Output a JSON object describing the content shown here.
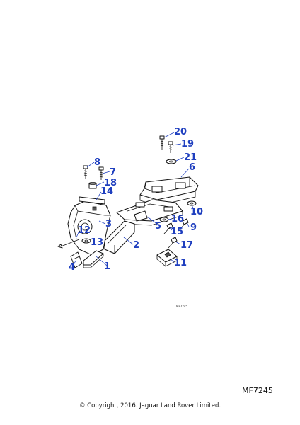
{
  "diagram": {
    "reference_small": "MF7245",
    "reference_large": "MF7245",
    "copyright": "© Copyright, 2016. Jaguar Land Rover Limited."
  },
  "callouts": [
    "1",
    "2",
    "3",
    "4",
    "5",
    "6",
    "7",
    "8",
    "9",
    "10",
    "11",
    "12",
    "13",
    "14",
    "15",
    "16",
    "17",
    "18",
    "19",
    "20",
    "21"
  ]
}
